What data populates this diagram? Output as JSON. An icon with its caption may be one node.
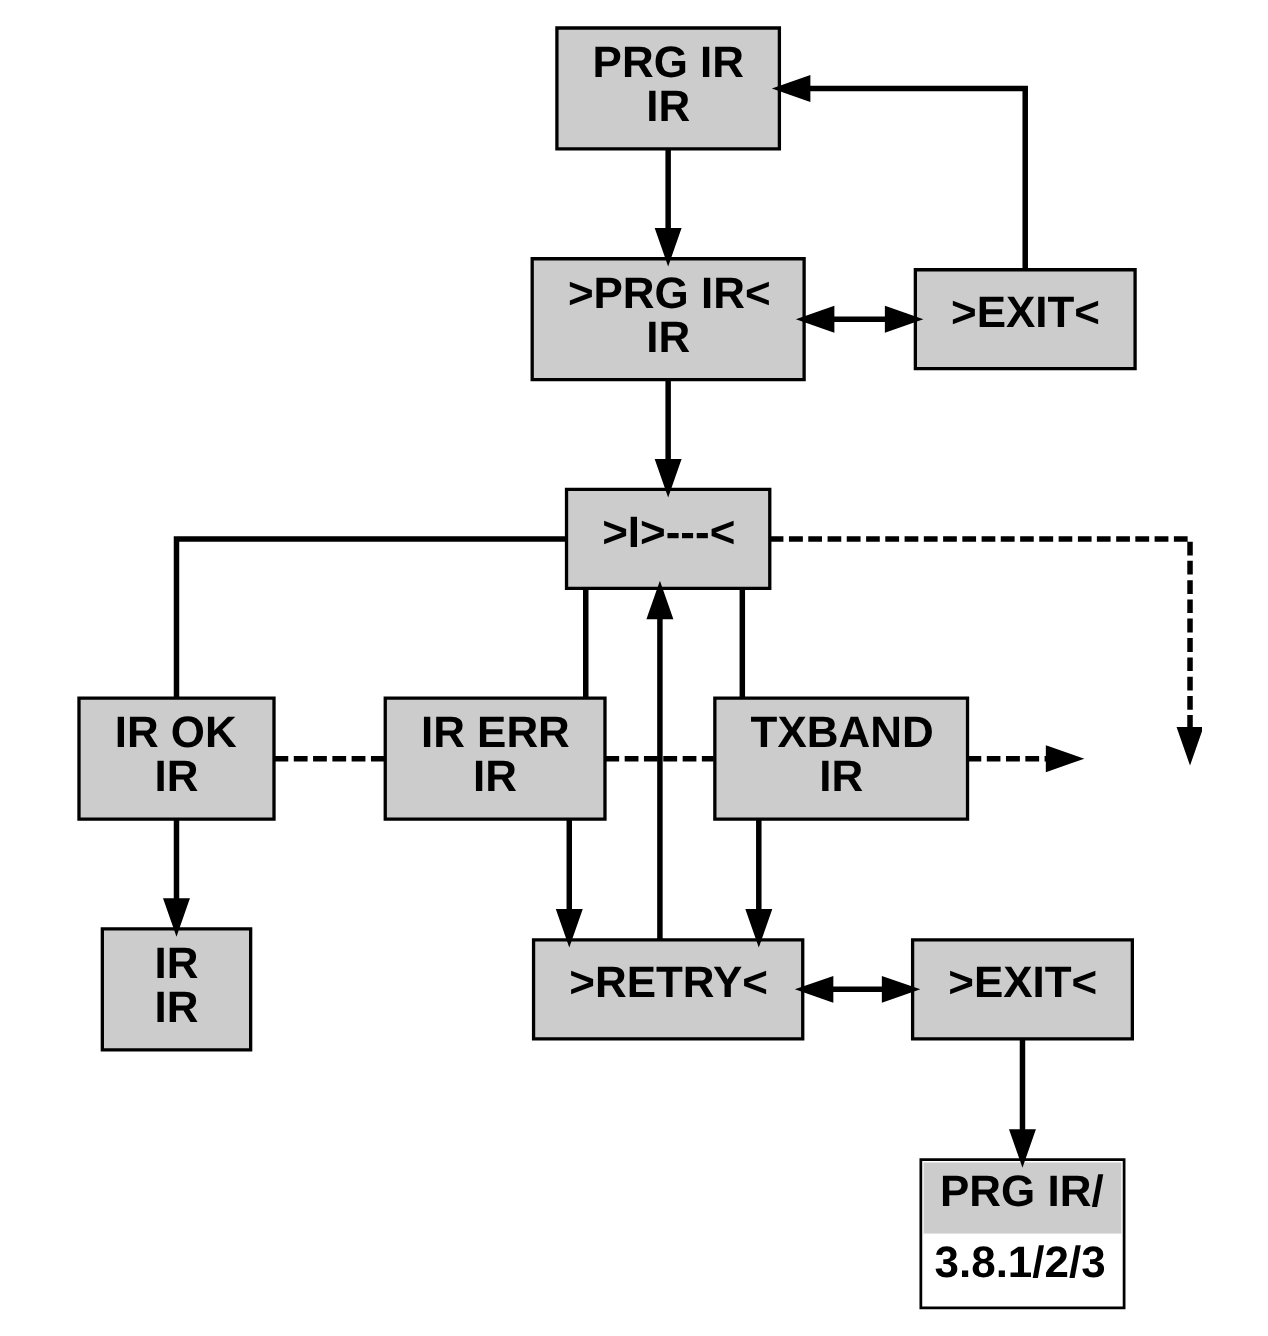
{
  "diagram": {
    "nodes": [
      {
        "text": [
          "PRG IR",
          "IR"
        ]
      },
      {
        "text": [
          ">PRG IR<",
          "IR"
        ]
      },
      {
        "text": [
          ">EXIT<"
        ]
      },
      {
        "text": [
          ">I>---<"
        ]
      },
      {
        "text": [
          "IR OK",
          "IR"
        ]
      },
      {
        "text": [
          "IR ERR",
          "IR"
        ]
      },
      {
        "text": [
          "TXBAND",
          "IR"
        ]
      },
      {
        "text": [
          "IR",
          "IR"
        ]
      },
      {
        "text": [
          ">RETRY<"
        ]
      },
      {
        "text": [
          ">EXIT<"
        ]
      },
      {
        "text": [
          "PRG IR/",
          "3.8.1/2/3"
        ]
      }
    ],
    "edges": [
      {
        "from": 0,
        "to": 1,
        "arrow": "to"
      },
      {
        "from": 1,
        "to": 2,
        "arrow": "both"
      },
      {
        "from": 2,
        "to": 0,
        "arrow": "to"
      },
      {
        "from": 1,
        "to": 3,
        "arrow": "to"
      },
      {
        "from": 3,
        "to": null,
        "arrow": "to",
        "style": "dashed"
      },
      {
        "from": 3,
        "to": 4,
        "arrow": "none"
      },
      {
        "from": 3,
        "to": 5,
        "arrow": "none"
      },
      {
        "from": 3,
        "to": 6,
        "arrow": "none"
      },
      {
        "from": 4,
        "to": 5,
        "arrow": "none",
        "style": "dashed"
      },
      {
        "from": 5,
        "to": 6,
        "arrow": "none",
        "style": "dashed"
      },
      {
        "from": 6,
        "to": null,
        "arrow": "to",
        "style": "dashed"
      },
      {
        "from": 4,
        "to": 7,
        "arrow": "to"
      },
      {
        "from": 5,
        "to": 8,
        "arrow": "to"
      },
      {
        "from": 6,
        "to": 8,
        "arrow": "to"
      },
      {
        "from": 8,
        "to": 9,
        "arrow": "both"
      },
      {
        "from": 9,
        "to": 10,
        "arrow": "to"
      },
      {
        "from": 8,
        "to": 3,
        "arrow": "to"
      }
    ]
  }
}
